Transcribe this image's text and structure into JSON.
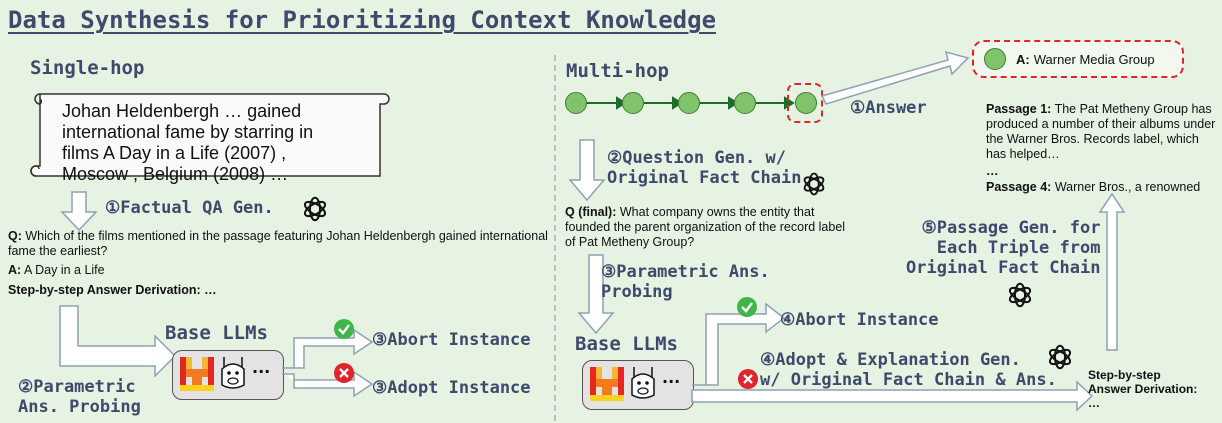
{
  "title": "Data Synthesis for Prioritizing Context Knowledge",
  "single_hop": {
    "heading": "Single-hop",
    "passage": "Johan Heldenbergh … gained international fame by starring in films A Day in a Life (2007) , Moscow , Belgium (2008) …",
    "step1": "①Factual QA Gen.",
    "question_label": "Q:",
    "question": "Which of the films mentioned in the passage featuring Johan Heldenbergh gained international fame the earliest?",
    "answer_label": "A:",
    "answer": "A Day in a Life",
    "derivation": "Step-by-step Answer Derivation: …",
    "base_llms": "Base LLMs",
    "step2_line1": "②Parametric",
    "step2_line2": "Ans. Probing",
    "abort": "③Abort Instance",
    "adopt": "③Adopt Instance"
  },
  "multi_hop": {
    "heading": "Multi-hop",
    "answer_step": "①Answer",
    "answer_label": "A:",
    "answer": "Warner Media Group",
    "step2_line1": "②Question Gen. w/",
    "step2_line2": "Original Fact Chain",
    "q_label": "Q (final):",
    "q_text": "What company owns the entity that founded the parent organization of the record label of Pat Metheny Group?",
    "step3_line1": "③Parametric Ans.",
    "step3_line2": "Probing",
    "base_llms": "Base LLMs",
    "abort": "④Abort Instance",
    "adopt_line1": "④Adopt & Explanation Gen.",
    "adopt_line2": "w/ Original Fact Chain & Ans.",
    "passage1_label": "Passage 1:",
    "passage1": "The Pat Metheny Group has produced a number of their albums under the Warner Bros. Records label, which has helped…",
    "ellipsis": "…",
    "passage4_label": "Passage 4:",
    "passage4": "Warner Bros., a renowned",
    "step5_line1": "⑤Passage Gen. for",
    "step5_line2": "Each Triple from",
    "step5_line3": "Original Fact Chain",
    "derivation": "Step-by-step Answer Derivation: …"
  },
  "icons": {
    "openai": "openai-logo-icon",
    "model_logo": "model-logo-icon",
    "llama": "llama-icon",
    "check": "check-icon",
    "cross": "cross-icon"
  },
  "colors": {
    "background": "#e6f2e2",
    "heading_text": "#3d4a6b",
    "node_fill": "#7fc46a",
    "check_green": "#3fb54a",
    "cross_red": "#e0242b",
    "arrow_fill": "#ffffff",
    "arrow_stroke": "#8ea1b4"
  }
}
